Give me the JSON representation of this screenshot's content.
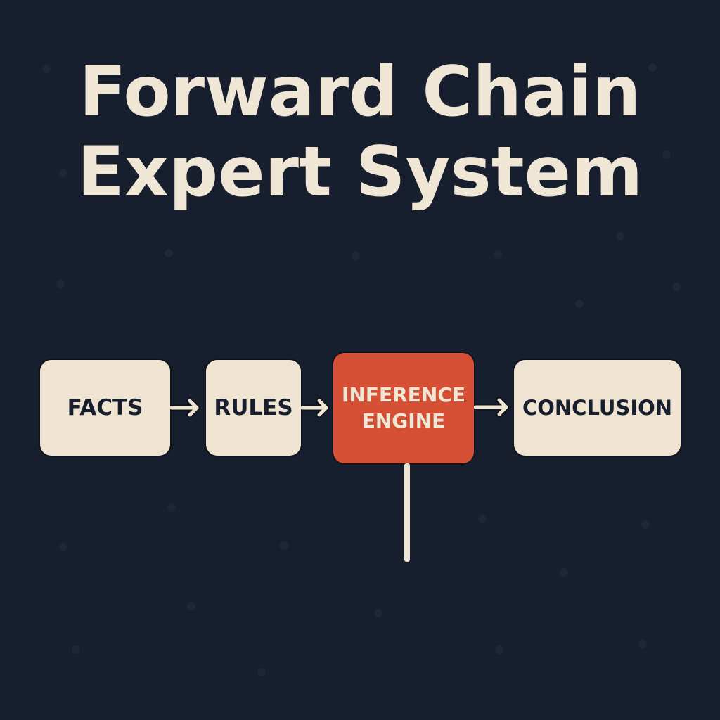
{
  "title": {
    "line1": "Forward Chain",
    "line2": "Expert System"
  },
  "diagram": {
    "nodes": [
      {
        "id": "facts",
        "label": "FACTS"
      },
      {
        "id": "rules",
        "label": "RULES"
      },
      {
        "id": "inference_engine",
        "label_line1": "INFERENCE",
        "label_line2": "ENGINE"
      },
      {
        "id": "conclusion",
        "label": "CONCLUSION"
      }
    ],
    "edges": [
      {
        "from": "facts",
        "to": "rules"
      },
      {
        "from": "rules",
        "to": "inference_engine"
      },
      {
        "from": "inference_engine",
        "to": "conclusion"
      },
      {
        "from": "inference_engine",
        "to": "down"
      }
    ]
  },
  "colors": {
    "background": "#171e2d",
    "box_fill": "#efe4d1",
    "engine_fill": "#d44f33",
    "text_dark": "#171e2d",
    "text_light": "#efe6d6"
  }
}
